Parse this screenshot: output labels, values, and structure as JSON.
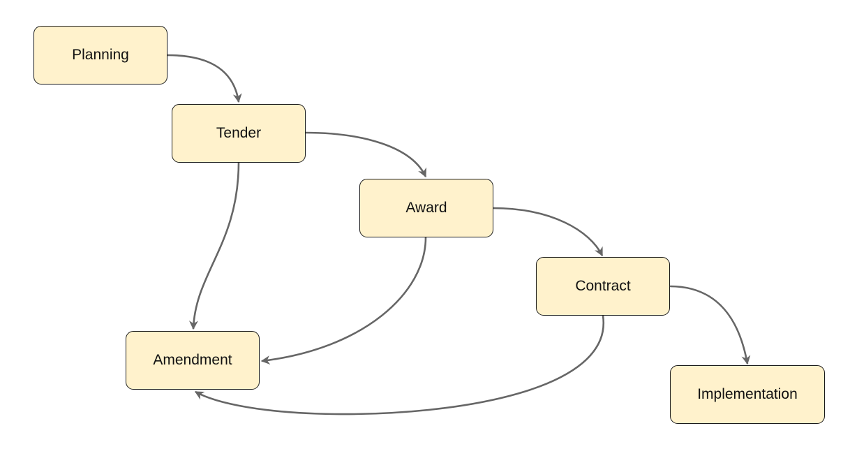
{
  "diagram": {
    "colors": {
      "node_fill": "#fff2cc",
      "node_border": "#1a1a1a",
      "edge": "#666666"
    },
    "nodes": {
      "planning": {
        "label": "Planning"
      },
      "tender": {
        "label": "Tender"
      },
      "award": {
        "label": "Award"
      },
      "contract": {
        "label": "Contract"
      },
      "amendment": {
        "label": "Amendment"
      },
      "implementation": {
        "label": "Implementation"
      }
    },
    "edges": [
      {
        "from": "Planning",
        "to": "Tender"
      },
      {
        "from": "Tender",
        "to": "Award"
      },
      {
        "from": "Award",
        "to": "Contract"
      },
      {
        "from": "Contract",
        "to": "Implementation"
      },
      {
        "from": "Tender",
        "to": "Amendment"
      },
      {
        "from": "Award",
        "to": "Amendment"
      },
      {
        "from": "Contract",
        "to": "Amendment"
      }
    ]
  }
}
